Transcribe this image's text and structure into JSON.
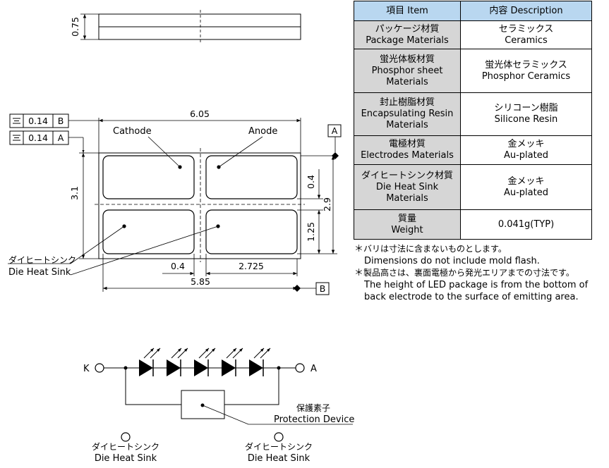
{
  "dims": {
    "thickness": "0.75",
    "width_total": "6.05",
    "height_total": "3.1",
    "pad_gap_v": "0.4",
    "pad_height_inner": "2.9",
    "pad_height_low": "1.25",
    "pad_gap_h": "0.4",
    "pad_width": "2.725",
    "width_inner": "5.85"
  },
  "tolerance": [
    {
      "value": "0.14",
      "datum": "B"
    },
    {
      "value": "0.14",
      "datum": "A"
    }
  ],
  "datums": {
    "a": "A",
    "b": "B"
  },
  "labels": {
    "cathode": "Cathode",
    "anode": "Anode",
    "heat_sink_jp": "ダイヒートシンク",
    "heat_sink_en": "Die Heat Sink"
  },
  "table": {
    "headers": [
      "項目 Item",
      "内容 Description"
    ],
    "rows": [
      {
        "item_jp": "パッケージ材質",
        "item_en": "Package Materials",
        "desc_jp": "セラミックス",
        "desc_en": "Ceramics"
      },
      {
        "item_jp": "蛍光体板材質",
        "item_en": "Phosphor sheet",
        "item_en2": "Materials",
        "desc_jp": "蛍光体セラミックス",
        "desc_en": "Phosphor Ceramics"
      },
      {
        "item_jp": "封止樹脂材質",
        "item_en": "Encapsulating Resin",
        "item_en2": "Materials",
        "desc_jp": "シリコーン樹脂",
        "desc_en": "Silicone Resin"
      },
      {
        "item_jp": "電極材質",
        "item_en": "Electrodes Materials",
        "desc_jp": "金メッキ",
        "desc_en": "Au-plated"
      },
      {
        "item_jp": "ダイヒートシンク材質",
        "item_en": "Die Heat Sink",
        "item_en2": "Materials",
        "desc_jp": "金メッキ",
        "desc_en": "Au-plated"
      },
      {
        "item_jp": "質量",
        "item_en": "Weight",
        "desc_jp": "",
        "desc_en": "0.041g(TYP)"
      }
    ]
  },
  "notes": [
    {
      "mark": "＊",
      "jp": "バリは寸法に含まないものとします。",
      "en": "Dimensions do not include mold flash."
    },
    {
      "mark": "＊",
      "jp": "製品高さは、裏面電極から発光エリアまでの寸法です。",
      "en": "The height of LED package is from the bottom of",
      "en2": "back electrode to the surface of emitting area."
    }
  ],
  "circuit": {
    "terminal_k": "K",
    "terminal_a": "A",
    "protection_jp": "保護素子",
    "protection_en": "Protection Device",
    "heat_sink_jp": "ダイヒートシンク",
    "heat_sink_en": "Die Heat Sink",
    "led_count": 5
  }
}
